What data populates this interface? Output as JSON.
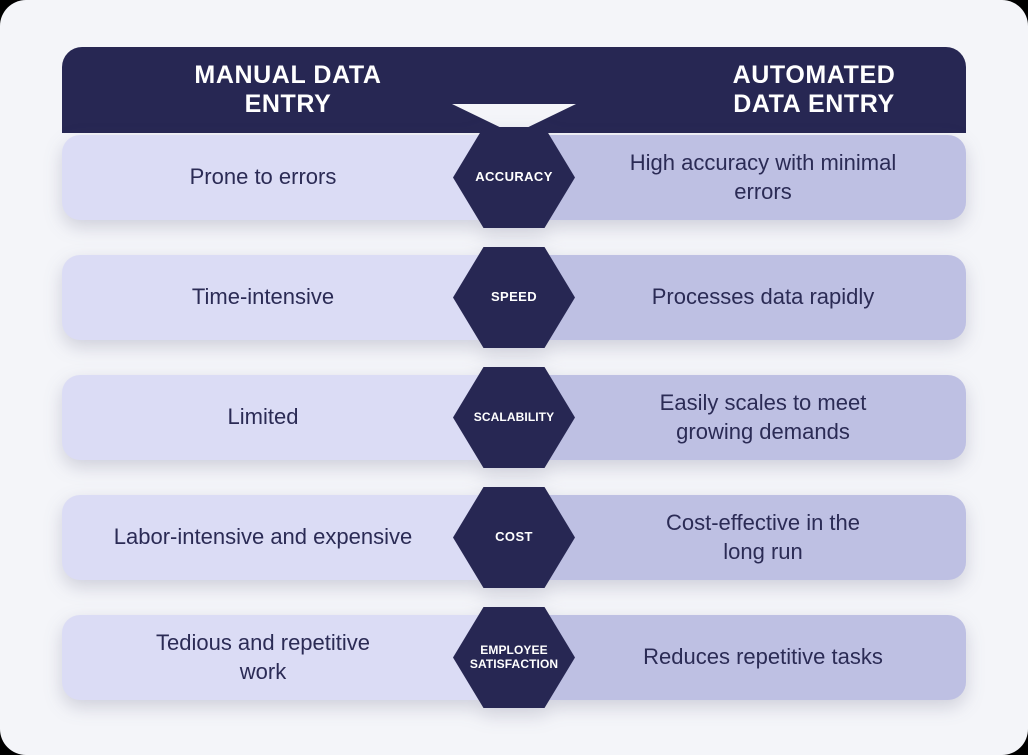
{
  "card": {
    "background_color": "#F4F5F9",
    "accent_navy": "#272753",
    "left_panel_color": "#DBDCF5",
    "right_panel_color": "#BEC0E3",
    "text_color": "#2B2B55"
  },
  "header": {
    "left_title": "MANUAL DATA\nENTRY",
    "right_title": "AUTOMATED\nDATA ENTRY"
  },
  "rows": [
    {
      "badge": "ACCURACY",
      "left": "Prone to errors",
      "right": "High accuracy with minimal\nerrors"
    },
    {
      "badge": "SPEED",
      "left": "Time-intensive",
      "right": "Processes data rapidly"
    },
    {
      "badge": "SCALABILITY",
      "left": "Limited",
      "right": "Easily scales to meet\ngrowing demands"
    },
    {
      "badge": "COST",
      "left": "Labor-intensive and expensive",
      "right": "Cost-effective in the\nlong run"
    },
    {
      "badge": "EMPLOYEE\nSATISFACTION",
      "left": "Tedious and repetitive\nwork",
      "right": "Reduces repetitive tasks"
    }
  ]
}
